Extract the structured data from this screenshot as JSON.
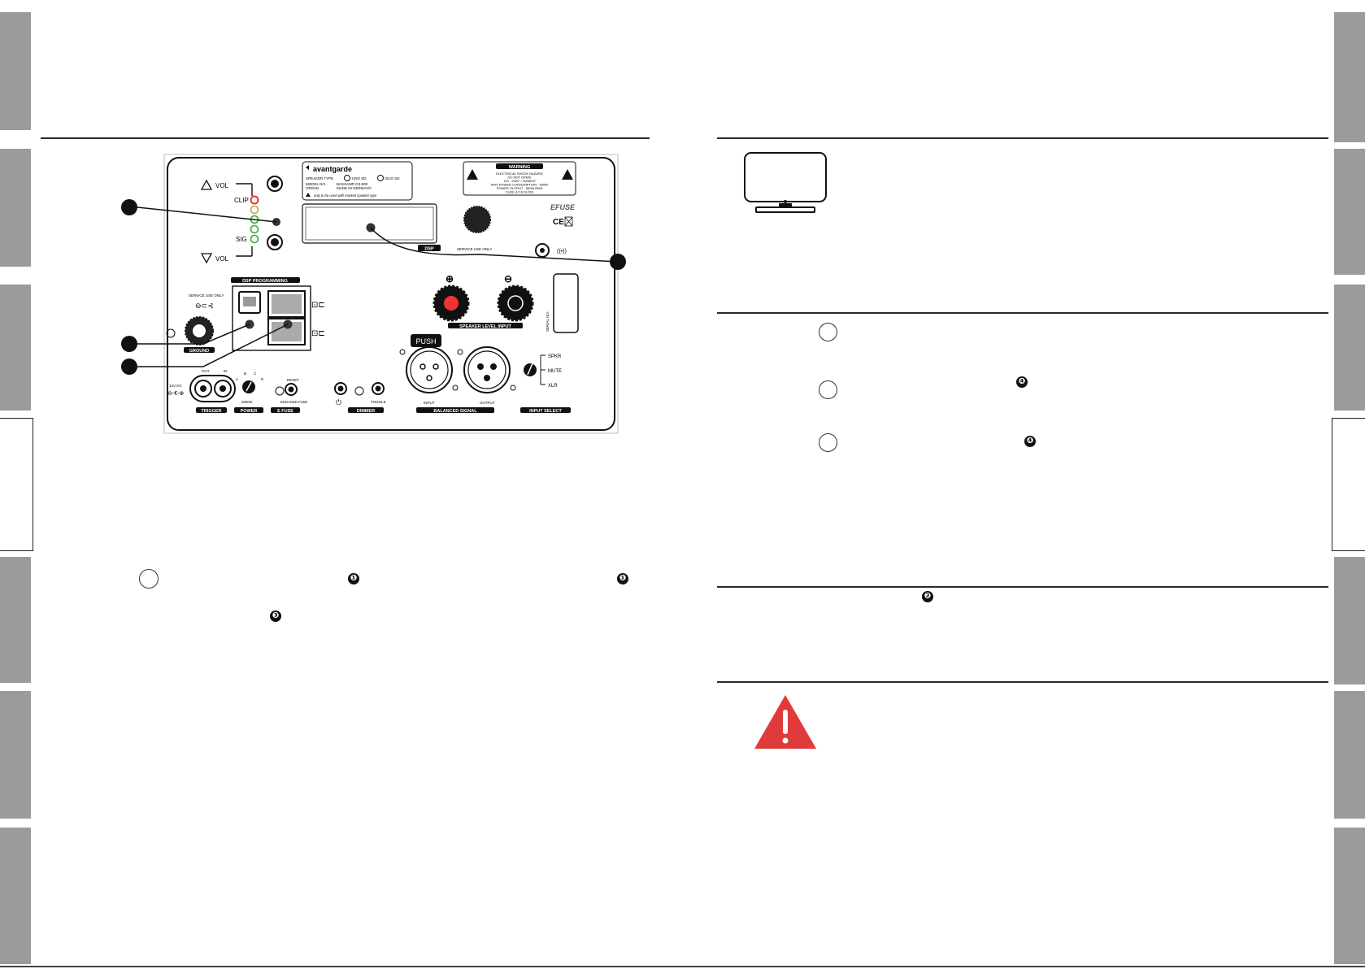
{
  "panel": {
    "vol_up": "VOL",
    "vol_down": "VOL",
    "clip": "CLIP",
    "sig": "SIG",
    "brand": "avantgarde",
    "speaker_type": "SPEAKER TYPE",
    "uno": "UNO SD",
    "duo": "DUO SD",
    "model_no": "MODEL NO.",
    "origin": "ORIGIN",
    "model_value": "BASSAMP-G3-500",
    "made_in": "MADE IN GERMANY",
    "only_marked": "only to be used with marked speaker type",
    "warning_title": "WARNING",
    "warning_lines": [
      "ELECTRICAL SHOCK HAZARD",
      "DO NOT OPEN!",
      "110 - 240V ~ 50/60HZ",
      "MAX POWER CONSUMPTION - 550W",
      "POWER OUTPUT - 500W RMS",
      "FUSE 4.0 A SLOW"
    ],
    "efuse": "EFUSE",
    "ce": "CE",
    "dsp": "DSP",
    "service_use_only": "SERVICE USE ONLY",
    "dsp_programming": "DSP PROGRAMMING",
    "service_use_only_2": "SERVICE USE ONLY",
    "ground": "GROUND",
    "speaker_level_input": "SPEAKER LEVEL INPUT",
    "serial_no": "SERIAL NO.",
    "push": "PUSH",
    "input": "INPUT",
    "output": "OUTPUT",
    "balanced_signal": "BALANCED SIGNAL",
    "spkr": "SPKR",
    "mute": "MUTE",
    "xlr": "XLR",
    "input_select": "INPUT SELECT",
    "out": "OUT",
    "in": "IN",
    "trigger": "TRIGGER",
    "dc": "12V DC",
    "mode": "MODE",
    "mode_a": "A",
    "mode_b": "B",
    "mode_c": "C",
    "mode_d": "D",
    "power": "POWER",
    "reset": "RESET",
    "engaged_fuse": "ENGAGED FUSE",
    "efuse_label": "E FUSE",
    "toggle": "TOGGLE",
    "dimmer": "DIMMER"
  },
  "refs": {
    "ref_1": "❶",
    "ref_1b": "❶",
    "ref_3": "❸",
    "ref_4": "❹",
    "ref_4b": "❹",
    "ref_2": "❷"
  },
  "colors": {
    "tab_gray": "#9a9b9a",
    "warning_red": "#e03a3a",
    "clip_led": "#e33",
    "sig_led": "#3a3"
  },
  "icons": [
    "monitor-icon",
    "warning-icon",
    "usb-icon",
    "network-icon",
    "ground-icon",
    "power-icon"
  ]
}
